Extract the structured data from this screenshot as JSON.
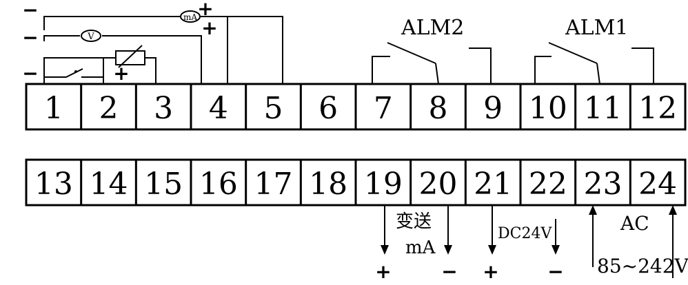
{
  "top_row": [
    "1",
    "2",
    "3",
    "4",
    "5",
    "6",
    "7",
    "8",
    "9",
    "10",
    "11",
    "12"
  ],
  "bottom_row": [
    "13",
    "14",
    "15",
    "16",
    "17",
    "18",
    "19",
    "20",
    "21",
    "22",
    "23",
    "24"
  ],
  "alarms": {
    "alm2": "ALM2",
    "alm1": "ALM1"
  },
  "inputs": {
    "ma_meter": "mA",
    "v_meter": "V",
    "minus": "−",
    "plus": "+"
  },
  "outputs": {
    "transmit_label": "变送",
    "transmit_unit": "mA",
    "dc_label": "DC24V",
    "ac_label": "AC",
    "ac_range": "85~242V",
    "plus": "+",
    "minus": "−"
  }
}
